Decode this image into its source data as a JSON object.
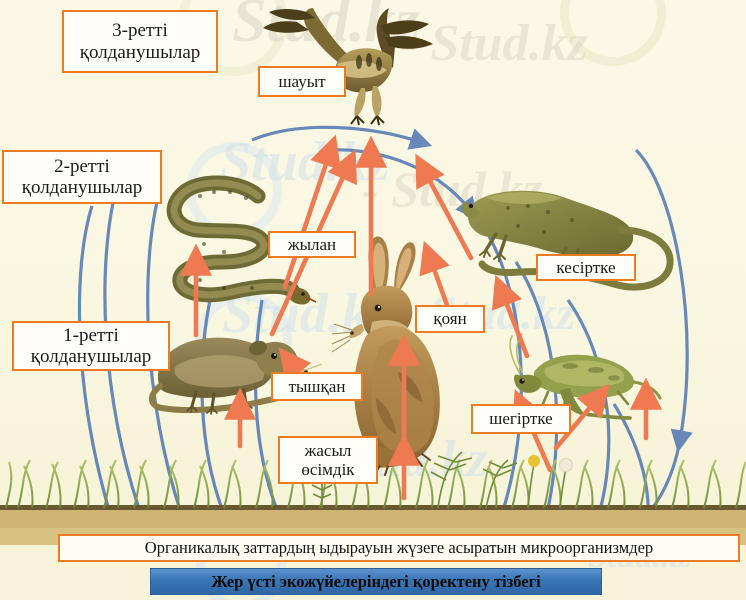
{
  "diagram": {
    "title": "Жер үсті экожүйелеріндегі қоректену тізбегі",
    "decomposer_bar": "Органикалық заттардың ыдырауын жүзеге асыратын микроорганизмдер",
    "trophic_levels": [
      {
        "id": "tertiary",
        "line1": "3-ретті",
        "line2": "қолданушылар"
      },
      {
        "id": "secondary",
        "line1": "2-ретті",
        "line2": "қолданушылар"
      },
      {
        "id": "primary",
        "line1": "1-ретті",
        "line2": "қолданушылар"
      }
    ],
    "organisms": [
      {
        "id": "eagle",
        "label": "шауыт"
      },
      {
        "id": "snake",
        "label": "жылан"
      },
      {
        "id": "lizard",
        "label": "кесіртке"
      },
      {
        "id": "hare",
        "label": "қоян"
      },
      {
        "id": "mouse",
        "label": "тышқан"
      },
      {
        "id": "grasshopper",
        "label": "шегіртке"
      },
      {
        "id": "green-plant",
        "line1": "жасыл",
        "line2": "өсімдік"
      }
    ],
    "watermark": {
      "text_main": "Stud.kz",
      "text_dash": "- Stud.kz",
      "text_kz": "Stud.kz"
    },
    "colors": {
      "label_border": "#ee7b22",
      "feeding_arrow": "#ef7a52",
      "decomposition_arrow": "#5b7fb5",
      "caption_bar": "#3a75b5",
      "paper": "#fbf8e4",
      "soil": "#c9b173"
    }
  }
}
